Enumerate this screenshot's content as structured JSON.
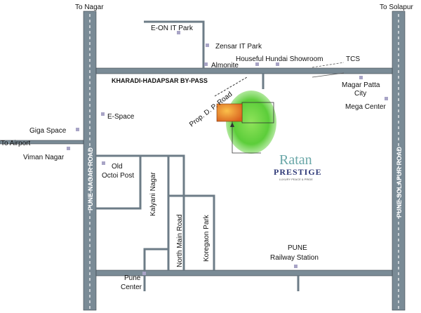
{
  "map": {
    "labels": {
      "to_nagar": "To Nagar",
      "to_solapur": "To Solapur",
      "to_airport": "To Airport",
      "e_on": "E-ON IT Park",
      "zensar": "Zensar IT Park",
      "almonite": "Almonite",
      "houseful": "Houseful Hundai Showroom",
      "tcs": "TCS",
      "bypass": "KHARADI-HADAPSAR BY-PASS",
      "dp_road": "Prop. D. P. Road",
      "magarpatta_1": "Magar Patta",
      "magarpatta_2": "City",
      "mega_center": "Mega Center",
      "e_space": "E-Space",
      "giga_space": "Giga Space",
      "viman_nagar": "Viman Nagar",
      "old_octoi_1": "Old",
      "old_octoi_2": "Octoi Post",
      "kalyani_nagar": "Kalyani Nagar",
      "north_main_road": "North Main Road",
      "koregaon_park": "Koregaon Park",
      "pune": "PUNE",
      "railway_station": "Railway Station",
      "pune_center_1": "Pune",
      "pune_center_2": "Center",
      "pune_nagar_road": "PUNE-NAGAR ROAD",
      "pune_solapur_road": "PUNE-SOLAPUR ROAD"
    },
    "brand": {
      "name": "Ratan",
      "sub": "PRESTIGE",
      "tagline": "LUXURY PEACE & PRIDE"
    },
    "colors": {
      "road": "#7a8b96",
      "marker": "#a8a4c6",
      "site_glow": "#5ccd3a",
      "site_plot": "#e8772a"
    }
  }
}
